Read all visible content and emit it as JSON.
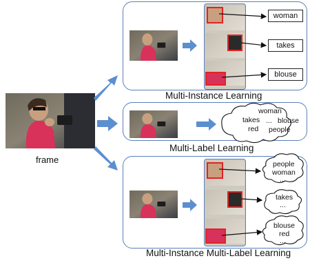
{
  "frame": {
    "label": "frame"
  },
  "mil": {
    "title": "Multi-Instance Learning",
    "labels": [
      "woman",
      "takes",
      "blouse"
    ]
  },
  "mll": {
    "title": "Multi-Label Learning",
    "cloud_words": [
      "woman",
      "takes",
      "...",
      "blouse",
      "red",
      "people"
    ]
  },
  "miml": {
    "title": "Multi-Instance Multi-Label Learning",
    "clouds": [
      [
        "people",
        "woman",
        "..."
      ],
      [
        "takes",
        "..."
      ],
      [
        "blouse",
        "red",
        "..."
      ]
    ]
  },
  "colors": {
    "panel_border": "#5b7fb8",
    "arrow": "#5b8fd0",
    "highlight": "#e32222"
  }
}
